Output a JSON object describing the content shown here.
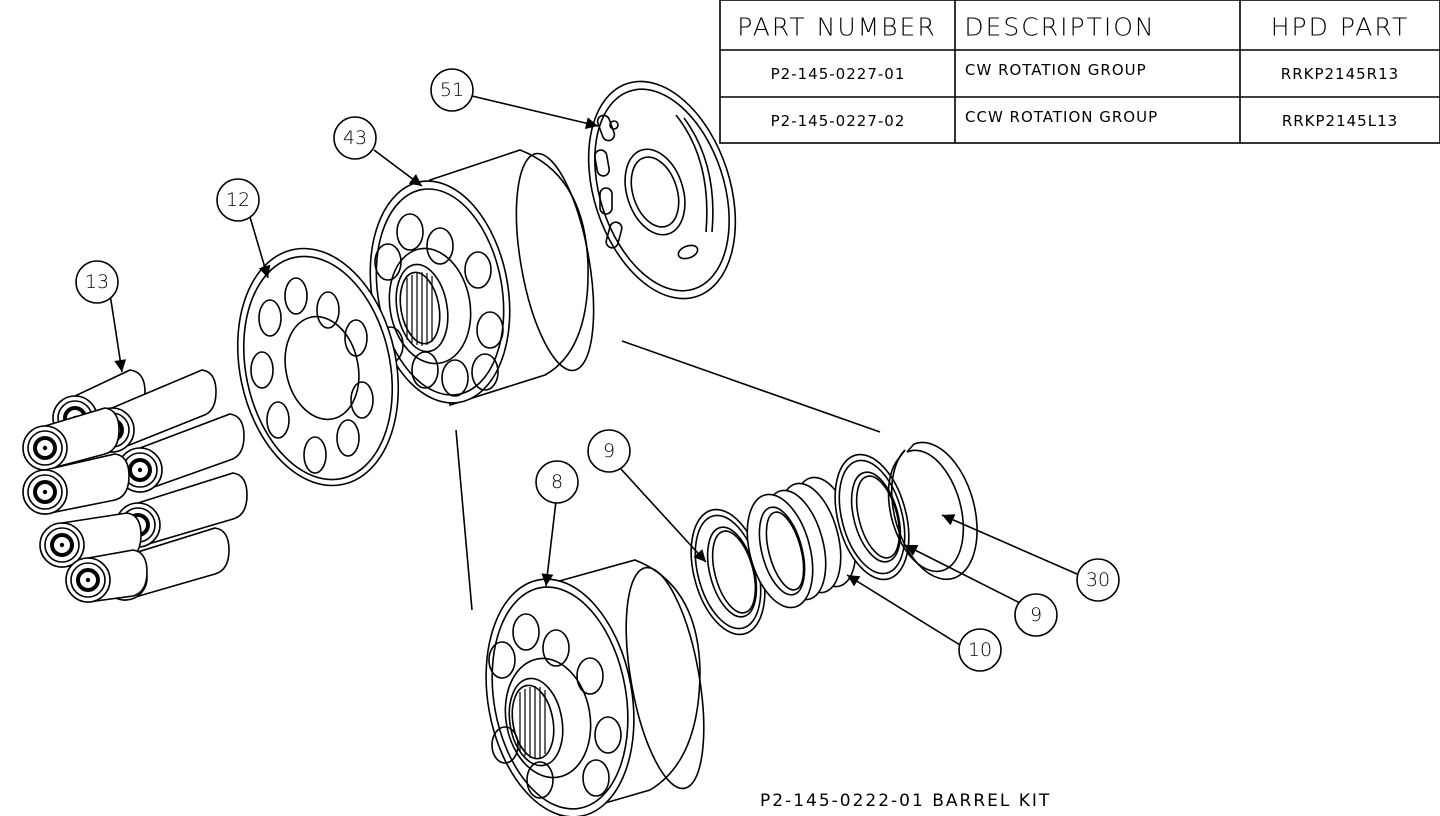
{
  "parts_table": {
    "headers": [
      "PART NUMBER",
      "DESCRIPTION",
      "HPD PART"
    ],
    "rows": [
      [
        "P2-145-0227-01",
        "CW ROTATION GROUP",
        "RRKP2145R13"
      ],
      [
        "P2-145-0227-02",
        "CCW ROTATION GROUP",
        "RRKP2145L13"
      ]
    ]
  },
  "callouts": {
    "c51": "51",
    "c43": "43",
    "c12": "12",
    "c13": "13",
    "c8": "8",
    "c9a": "9",
    "c9b": "9",
    "c10": "10",
    "c30": "30"
  },
  "kit_label": "P2-145-0222-01 BARREL KIT"
}
